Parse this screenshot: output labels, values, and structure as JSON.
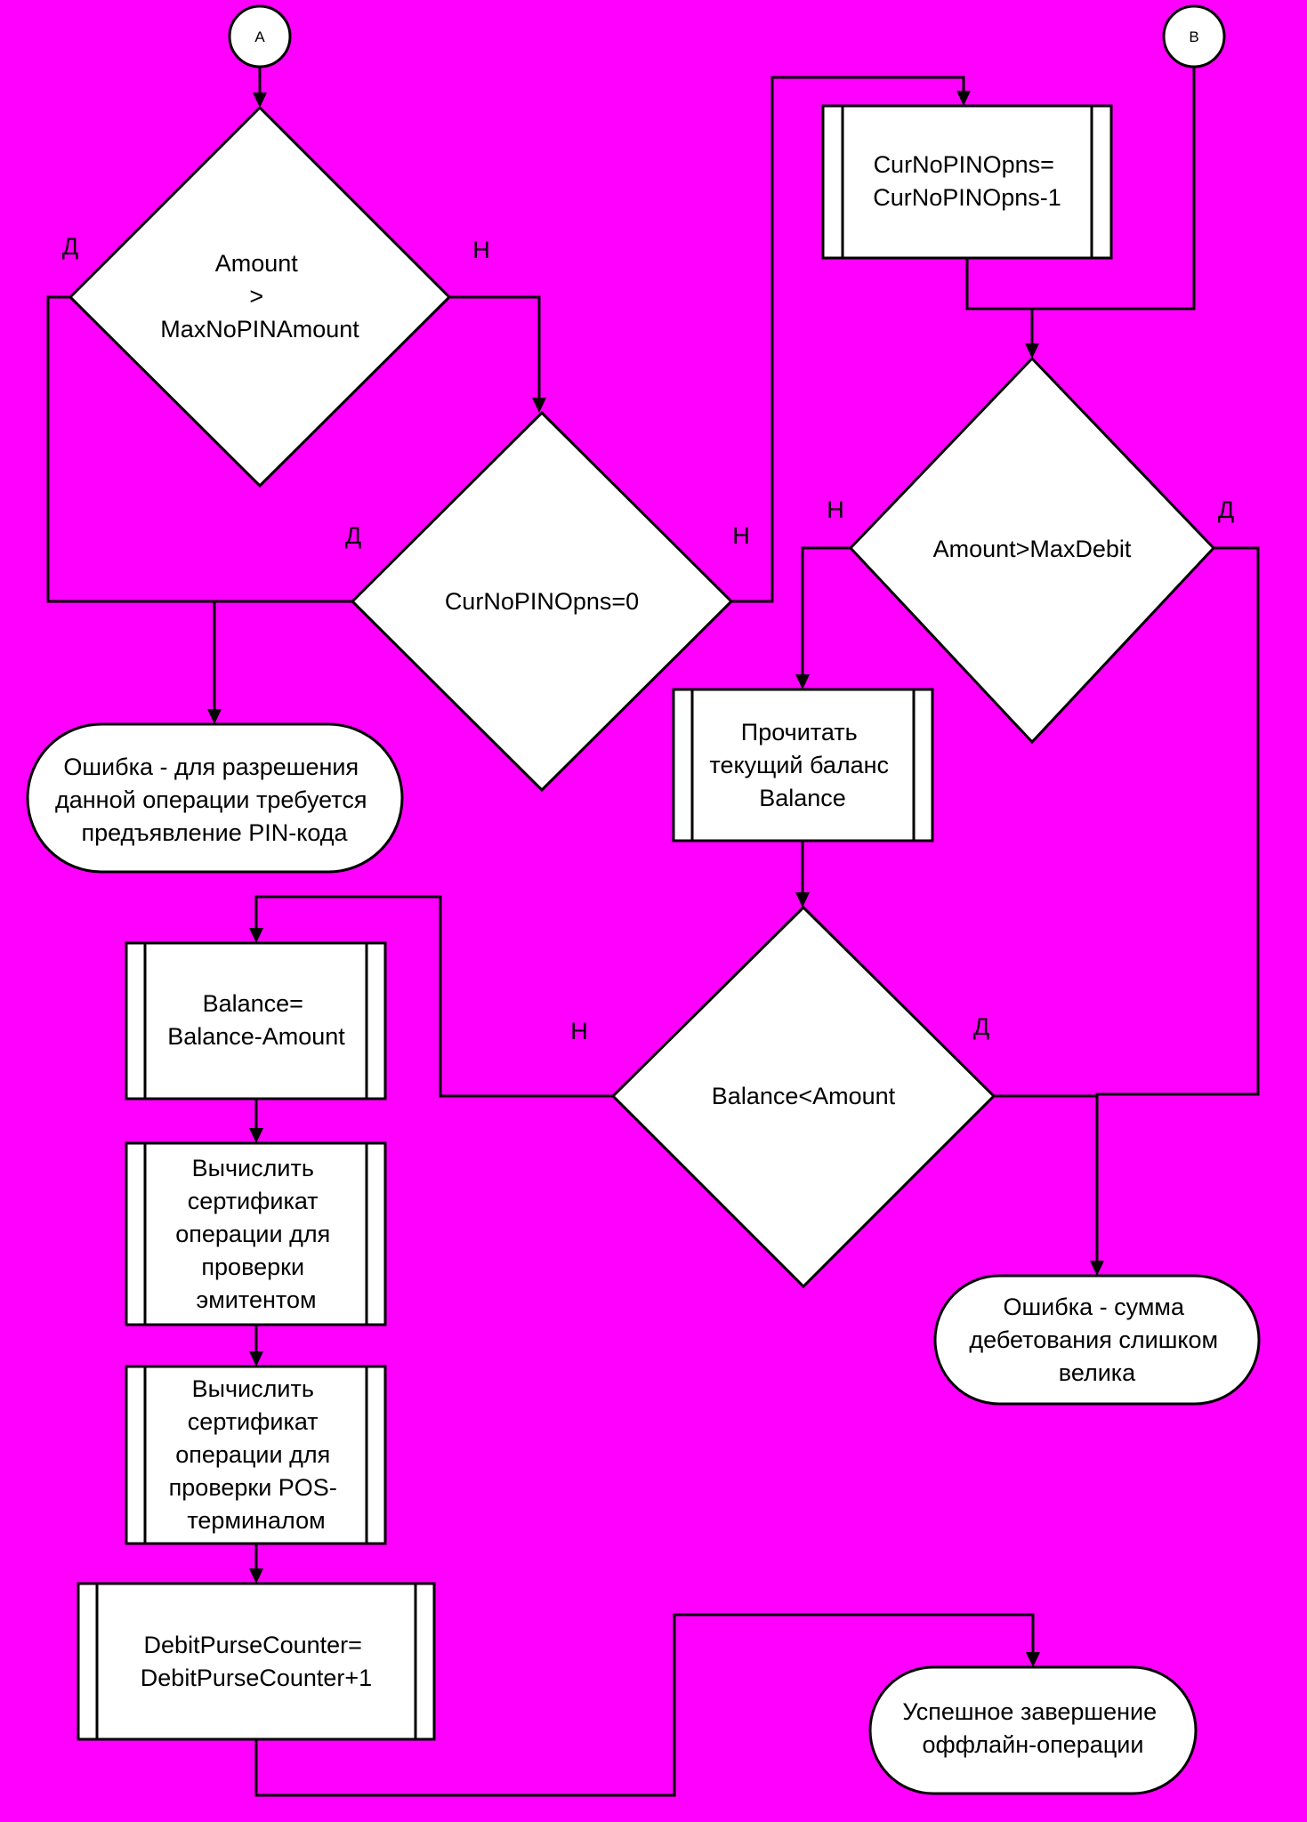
{
  "colors": {
    "background": "#ff00ff",
    "shape_fill": "#ffffff",
    "stroke": "#000000"
  },
  "connectors": {
    "a": "A",
    "b": "B"
  },
  "decisions": {
    "amount_vs_max_nopin": [
      "Amount",
      ">",
      "MaxNoPINAmount"
    ],
    "cur_nopin_zero": [
      "CurNoPINOpns=0"
    ],
    "amount_vs_max_debit": [
      "Amount>MaxDebit"
    ],
    "balance_vs_amount": [
      "Balance<Amount"
    ]
  },
  "processes": {
    "decrement_nopin": [
      "CurNoPINOpns=",
      "CurNoPINOpns-1"
    ],
    "read_balance": [
      "Прочитать",
      "текущий баланс",
      "Balance"
    ],
    "update_balance": [
      "Balance=",
      "Balance-Amount"
    ],
    "issuer_certificate": [
      "Вычислить",
      "сертификат",
      "операции для",
      "проверки",
      "эмитентом"
    ],
    "pos_certificate": [
      "Вычислить",
      "сертификат",
      "операции для",
      "проверки POS-",
      "терминалом"
    ],
    "increment_counter": [
      "DebitPurseCounter=",
      "DebitPurseCounter+1"
    ]
  },
  "terminals": {
    "error_pin_required": [
      "Ошибка - для разрешения",
      "данной операции требуется",
      "предъявление PIN-кода"
    ],
    "error_amount_too_large": [
      "Ошибка - сумма",
      "дебетования слишком",
      "велика"
    ],
    "success": [
      "Успешное завершение",
      "оффлайн-операции"
    ]
  },
  "branch_labels": {
    "d1_yes": "Д",
    "d1_no": "Н",
    "d2_yes": "Д",
    "d2_no": "Н",
    "d3_no": "Н",
    "d3_yes": "Д",
    "d4_no": "Н",
    "d4_yes": "Д"
  }
}
